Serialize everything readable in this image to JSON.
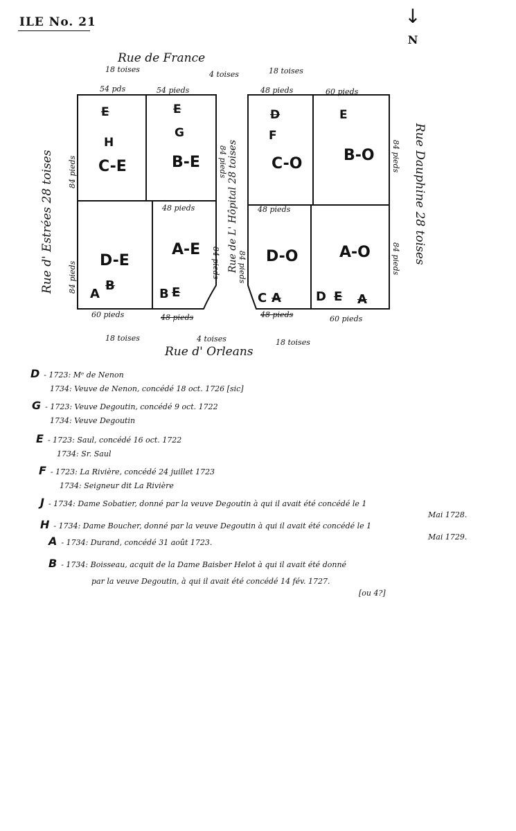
{
  "title": "ILE  No. 21",
  "north": {
    "arrow": "↓",
    "label": "N"
  },
  "streets": {
    "top": "Rue de France",
    "bottom": "Rue d' Orleans",
    "left": "Rue d' Estrées 28 toises",
    "middle": "Rue de L' Hôpital 28 toises",
    "right": "Rue Dauphine 28 toises"
  },
  "measures": {
    "top_toises_left": "18 toises",
    "top_toises_mid": "4 toises",
    "top_toises_right": "18 toises",
    "bottom_toises_left": "18 toises",
    "bottom_toises_mid": "4 toises",
    "bottom_toises_right": "18 toises",
    "top_pieds_1": "54 pds",
    "top_pieds_2": "54 pieds",
    "top_pieds_3": "48 pieds",
    "top_pieds_4": "60 pieds",
    "mid_pieds_left": "48 pieds",
    "mid_pieds_right": "48 pieds",
    "bottom_pieds_1": "60 pieds",
    "bottom_pieds_2": "48 pieds",
    "bottom_pieds_3": "48 pieds",
    "bottom_pieds_4": "60 pieds",
    "side_84": "84 pieds"
  },
  "lots": {
    "ce": "C-E",
    "be": "B-E",
    "de": "D-E",
    "ae": "A-E",
    "co": "C-O",
    "bo": "B-O",
    "do": "D-O",
    "ao": "A-O"
  },
  "markers": {
    "ce_top": "E",
    "ce_mid": "H",
    "be_top": "E",
    "be_mid": "G",
    "co_top": "D",
    "co_mid": "F",
    "bo_top": "E",
    "de_a": "A",
    "de_b": "B",
    "ae_b": "B",
    "ae_e": "E",
    "do_c": "C",
    "do_x": "A",
    "ao_d": "D",
    "ao_e": "E",
    "ao_a": "A"
  },
  "legend": [
    {
      "mark": "D",
      "lines": [
        "- 1723: Mᵉ de Nenon",
        "1734: Veuve de Nenon, concédé 18 oct. 1726 [sic]"
      ]
    },
    {
      "mark": "G",
      "lines": [
        "- 1723: Veuve Degoutin, concédé 9 oct. 1722",
        "1734: Veuve Degoutin"
      ]
    },
    {
      "mark": "E",
      "lines": [
        "- 1723: Saul, concédé 16 oct. 1722",
        "1734: Sr. Saul"
      ]
    },
    {
      "mark": "F",
      "lines": [
        "- 1723: La Rivière, concédé 24 juillet 1723",
        "1734: Seigneur dit La Rivière"
      ]
    },
    {
      "mark": "J",
      "lines": [
        "- 1734: Dame Sobatier, donné par la veuve Degoutin à qui il avait été concédé le 1",
        "Mai 1728."
      ]
    },
    {
      "mark": "H",
      "lines": [
        "- 1734: Dame Boucher, donné par la veuve Degoutin à qui il avait été concédé le 1",
        "Mai 1729."
      ]
    },
    {
      "mark": "A",
      "lines": [
        "- 1734: Durand, concédé 31 août 1723."
      ]
    },
    {
      "mark": "B",
      "lines": [
        "- 1734: Boisseau, acquit de la Dame Baisber Helot à qui il avait été donné",
        "par la veuve Degoutin, à qui il avait été concédé 14 fév. 1727.",
        "[ou 4?]"
      ]
    }
  ]
}
